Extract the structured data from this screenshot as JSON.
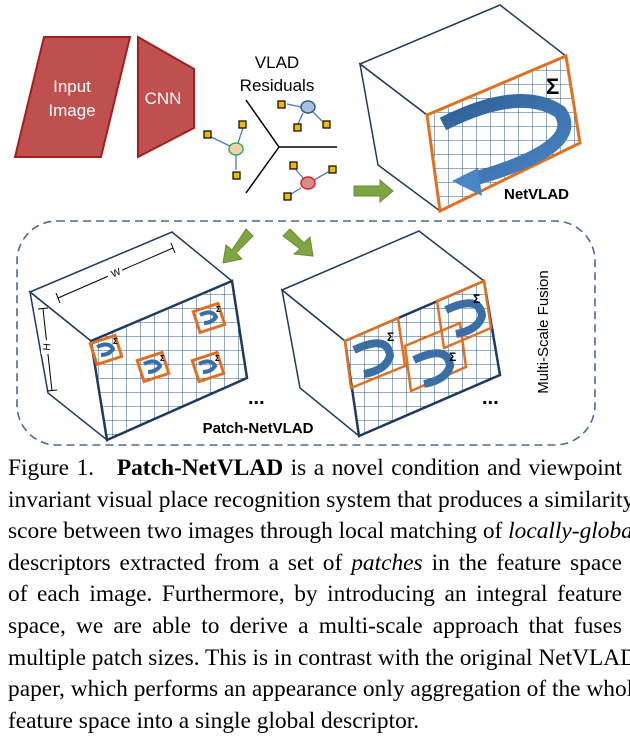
{
  "figure": {
    "input_label_line1": "Input",
    "input_label_line2": "Image",
    "cnn_label": "CNN",
    "vlad_title_line1": "VLAD",
    "vlad_title_line2": "Residuals",
    "netvlad_label": "NetVLAD",
    "patch_netvlad_label": "Patch-NetVLAD",
    "multiscale_label": "Multi-Scale Fusion",
    "width_label": "W",
    "height_label": "H",
    "sigma_symbol": "Σ",
    "ellipsis": "...",
    "colors": {
      "red_block": "#c0504d",
      "red_block_border": "#a02020",
      "grid_line": "#2e5a8c",
      "patch_border": "#e07020",
      "blue_arrow": "#3a6ea5",
      "green_arrow": "#7fa542",
      "dashed_border": "#4a6b95",
      "cluster_green": "#2eb34a",
      "cluster_blue": "#5b7db5",
      "cluster_red": "#e02020",
      "feature_square": "#f5b800"
    }
  },
  "caption": {
    "figure_number": "Figure 1.",
    "bold_term": "Patch-NetVLAD",
    "lines": [
      {
        "pre": "",
        "rest": " is a novel condition and viewpoint"
      },
      {
        "text": "invariant visual place recognition system that produces a similarity"
      },
      {
        "pre": "score between two images through local matching of ",
        "italic": "locally-global",
        "post": ""
      },
      {
        "pre": "descriptors extracted from a set of ",
        "italic": "patches",
        "post": " in the feature space"
      },
      {
        "text": "of each image.  Furthermore, by introducing an integral feature"
      },
      {
        "text": "space, we are able to derive a multi-scale approach that fuses"
      },
      {
        "text": "multiple patch sizes. This is in contrast with the original NetVLAD"
      },
      {
        "text": "paper, which performs an appearance only aggregation of the whole"
      },
      {
        "text": "feature space into a single global descriptor."
      }
    ]
  }
}
